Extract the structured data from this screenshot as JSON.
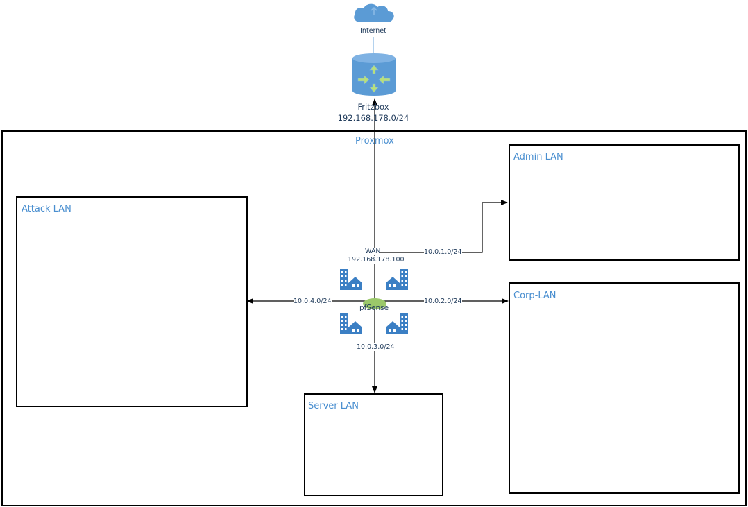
{
  "internet": {
    "label": "Internet"
  },
  "router": {
    "name": "Fritzbox",
    "subnet": "192.168.178.0/24"
  },
  "proxmox": {
    "label": "Proxmox"
  },
  "lans": {
    "attack": "Attack LAN",
    "admin": "Admin LAN",
    "corp": "Corp-LAN",
    "server": "Server LAN"
  },
  "pfsense": {
    "label": "pfSense",
    "wan_label": "WAN",
    "wan_ip": "192.168.178.100"
  },
  "links": {
    "admin": "10.0.1.0/24",
    "corp": "10.0.2.0/24",
    "server": "10.0.3.0/24",
    "attack": "10.0.4.0/24"
  },
  "colors": {
    "accent": "#4a8fd0",
    "icon_blue": "#3b7fc4",
    "router_blue": "#5b9bd5",
    "pfsense_green": "#9bc86a"
  }
}
